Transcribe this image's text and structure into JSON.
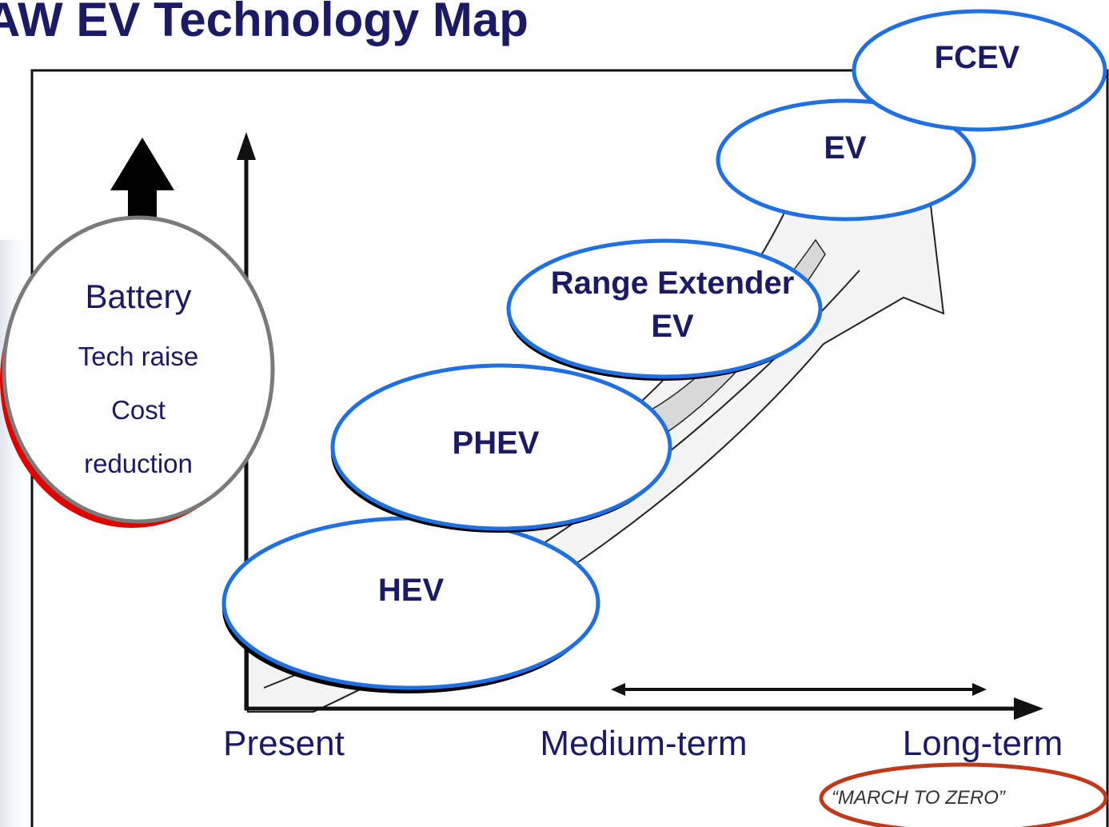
{
  "title": "AW EV Technology Map",
  "battery": {
    "heading": "Battery",
    "line1": "Tech raise",
    "line2": "Cost",
    "line3": "reduction"
  },
  "stages": {
    "hev": "HEV",
    "phev": "PHEV",
    "range_extender_line1": "Range Extender",
    "range_extender_line2": "EV",
    "ev": "EV",
    "fcev": "FCEV"
  },
  "axis": {
    "present": "Present",
    "medium_term": "Medium-term",
    "long_term": "Long-term"
  },
  "badge": "“MARCH TO ZERO”",
  "colors": {
    "title": "#1a1a66",
    "ellipse_border": "#1f6fe5",
    "battery_border": "#7a7a7a",
    "battery_shadow": "#e00000",
    "badge_border": "#c0391b"
  }
}
